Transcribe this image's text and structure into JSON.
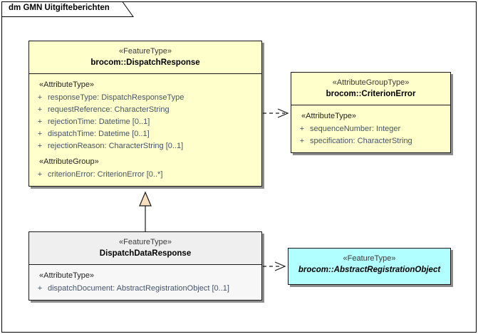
{
  "diagram": {
    "tab_title": "dm GMN Uitgifteberichten",
    "type": "uml-class-diagram",
    "colors": {
      "feature_type_fill": "#FFFFCC",
      "attribute_group_type_fill": "#FFFFCC",
      "abstract_feature_fill": "#B2FFFF",
      "local_class_header_fill": "#EFEFEF",
      "border": "#1A1A1A",
      "attribute_text": "#44546A",
      "generalization_arrow_fill": "#F7DFC0"
    }
  },
  "classes": [
    {
      "id": "dispatch-response",
      "stereotype": "«FeatureType»",
      "name": "brocom::DispatchResponse",
      "abstract": false,
      "compartments": [
        {
          "group": "«AttributeType»",
          "attributes": [
            {
              "visibility": "+",
              "text": "responseType: DispatchResponseType"
            },
            {
              "visibility": "+",
              "text": "requestReference: CharacterString"
            },
            {
              "visibility": "+",
              "text": "rejectionTime: Datetime [0..1]"
            },
            {
              "visibility": "+",
              "text": "dispatchTime: Datetime [0..1]"
            },
            {
              "visibility": "+",
              "text": "rejectionReason: CharacterString [0..1]"
            }
          ]
        },
        {
          "group": "«AttributeGroup»",
          "attributes": [
            {
              "visibility": "+",
              "text": "criterionError: CriterionError [0..*]"
            }
          ]
        }
      ]
    },
    {
      "id": "criterion-error",
      "stereotype": "«AttributeGroupType»",
      "name": "brocom::CriterionError",
      "abstract": false,
      "compartments": [
        {
          "group": "«AttributeType»",
          "attributes": [
            {
              "visibility": "+",
              "text": "sequenceNumber: Integer"
            },
            {
              "visibility": "+",
              "text": "specification: CharacterString"
            }
          ]
        }
      ]
    },
    {
      "id": "dispatch-data-response",
      "stereotype": "«FeatureType»",
      "name": "DispatchDataResponse",
      "abstract": false,
      "compartments": [
        {
          "group": "«AttributeType»",
          "attributes": [
            {
              "visibility": "+",
              "text": "dispatchDocument: AbstractRegistrationObject [0..1]"
            }
          ]
        }
      ]
    },
    {
      "id": "abstract-registration-object",
      "stereotype": "«FeatureType»",
      "name": "brocom::AbstractRegistrationObject",
      "abstract": true,
      "compartments": []
    }
  ],
  "connectors": [
    {
      "id": "dep-dispatchresponse-criterionerror",
      "type": "dependency",
      "style": "dashed-open-arrow",
      "from": "brocom::DispatchResponse",
      "to": "brocom::CriterionError"
    },
    {
      "id": "gen-dispatchdataresponse-dispatchresponse",
      "type": "generalization",
      "style": "solid-closed-triangle",
      "from": "DispatchDataResponse",
      "to": "brocom::DispatchResponse"
    },
    {
      "id": "dep-dispatchdataresponse-abstractregistrationobject",
      "type": "dependency",
      "style": "dashed-open-arrow",
      "from": "DispatchDataResponse",
      "to": "brocom::AbstractRegistrationObject"
    }
  ]
}
